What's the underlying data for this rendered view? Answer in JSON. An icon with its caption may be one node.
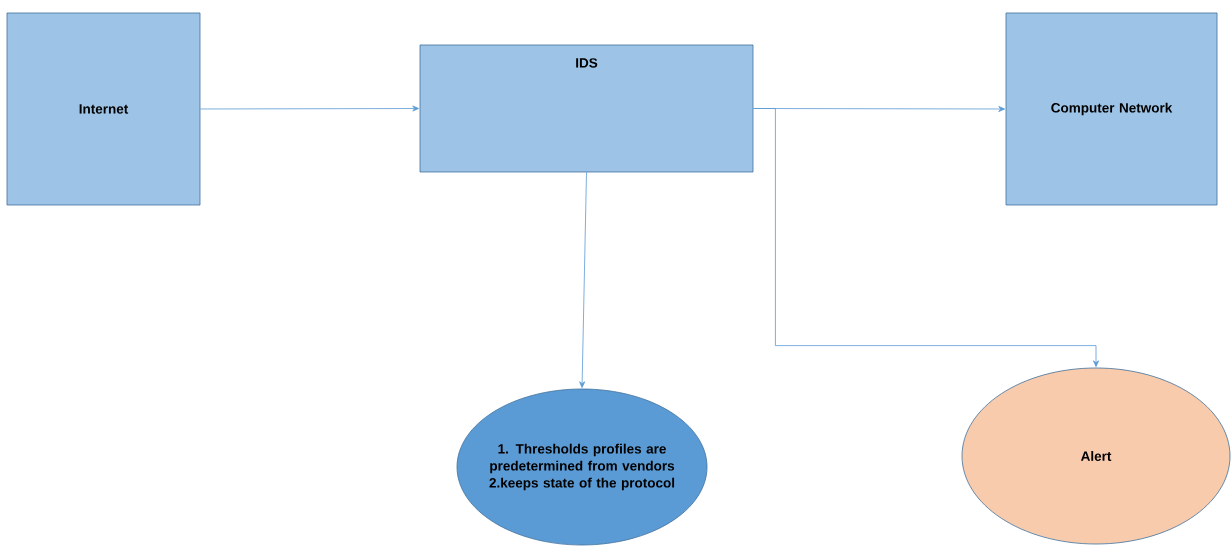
{
  "diagram": {
    "nodes": [
      {
        "text": [
          "Internet"
        ]
      },
      {
        "text": [
          "IDS"
        ]
      },
      {
        "text": [
          "Computer Network"
        ]
      },
      {
        "text": [
          "1. Thresholds profiles are predetermined from vendors",
          "2.keeps state of the protocol"
        ]
      },
      {
        "text": [
          "Alert"
        ]
      }
    ],
    "edges": [
      {
        "from": 0,
        "to": 1,
        "arrow": "to"
      },
      {
        "from": 1,
        "to": 2,
        "arrow": "to"
      },
      {
        "from": 1,
        "to": 4,
        "arrow": "to"
      },
      {
        "from": 1,
        "to": 3,
        "arrow": "to"
      }
    ]
  }
}
